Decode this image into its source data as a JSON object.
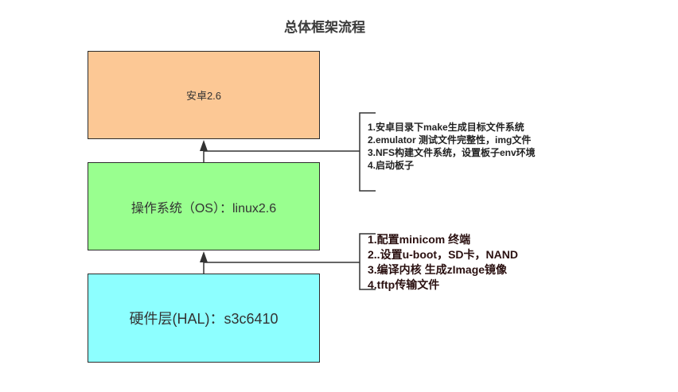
{
  "title": "总体框架流程",
  "layers": {
    "android": "安卓2.6",
    "os": "操作系统（OS）：linux2.6",
    "hal": "硬件层(HAL)：s3c6410"
  },
  "notes_upper": [
    "1.安卓目录下make生成目标文件系统",
    "2.emulator 测试文件完整性，img文件",
    "3.NFS构建文件系统，设置板子env环境",
    "4.启动板子"
  ],
  "notes_lower": [
    "1.配置minicom 终端",
    "2..设置u-boot，SD卡，NAND",
    "3.编译内核 生成zImage镜像",
    "4.tftp传输文件"
  ],
  "colors": {
    "android": "#fcc895",
    "os": "#99ff8f",
    "hal": "#8dffff"
  }
}
